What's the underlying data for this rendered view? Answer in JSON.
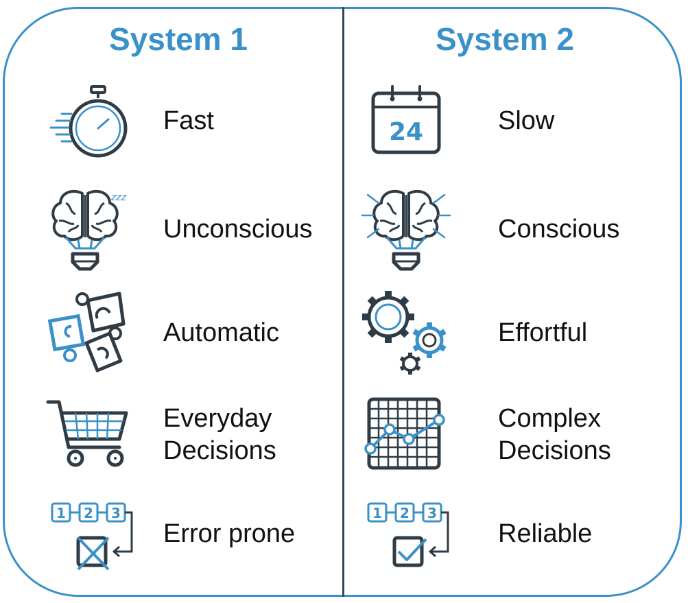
{
  "colors": {
    "accent": "#3a90c9",
    "dark": "#2f3b45",
    "border": "#3a90c9",
    "divider": "#2c4a5e"
  },
  "system1": {
    "title": "System 1",
    "items": [
      {
        "icon": "stopwatch-icon",
        "lines": [
          "Fast"
        ]
      },
      {
        "icon": "sleeping-brain-bulb-icon",
        "lines": [
          "Unconscious"
        ]
      },
      {
        "icon": "puzzle-pieces-icon",
        "lines": [
          "Automatic"
        ]
      },
      {
        "icon": "shopping-cart-icon",
        "lines": [
          "Everyday",
          "Decisions"
        ]
      },
      {
        "icon": "steps-crossed-box-icon",
        "lines": [
          "Error prone"
        ]
      }
    ],
    "calendar_number": "",
    "step_numbers": [
      "1",
      "2",
      "3"
    ]
  },
  "system2": {
    "title": "System 2",
    "items": [
      {
        "icon": "calendar-icon",
        "lines": [
          "Slow"
        ]
      },
      {
        "icon": "shining-brain-bulb-icon",
        "lines": [
          "Conscious"
        ]
      },
      {
        "icon": "gears-icon",
        "lines": [
          "Effortful"
        ]
      },
      {
        "icon": "line-chart-icon",
        "lines": [
          "Complex",
          "Decisions"
        ]
      },
      {
        "icon": "steps-checked-box-icon",
        "lines": [
          "Reliable"
        ]
      }
    ],
    "calendar_number": "24",
    "step_numbers": [
      "1",
      "2",
      "3"
    ]
  },
  "sleep_text": "zzz"
}
